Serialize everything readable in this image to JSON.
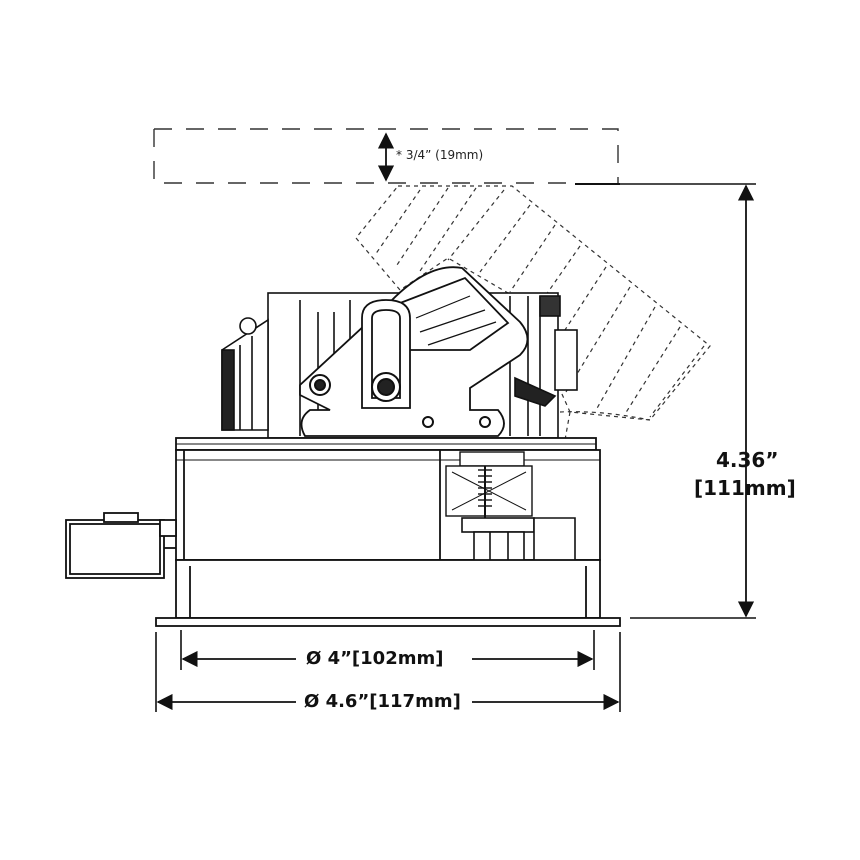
{
  "dimensions": {
    "trim_clearance": "* 3/4” (19mm)",
    "height_in": "4.36”",
    "height_mm": "[111mm]",
    "aperture": "Ø 4”[102mm]",
    "flange": "Ø 4.6”[117mm]"
  },
  "colors": {
    "line": "#111111",
    "dashed": "#333333"
  }
}
